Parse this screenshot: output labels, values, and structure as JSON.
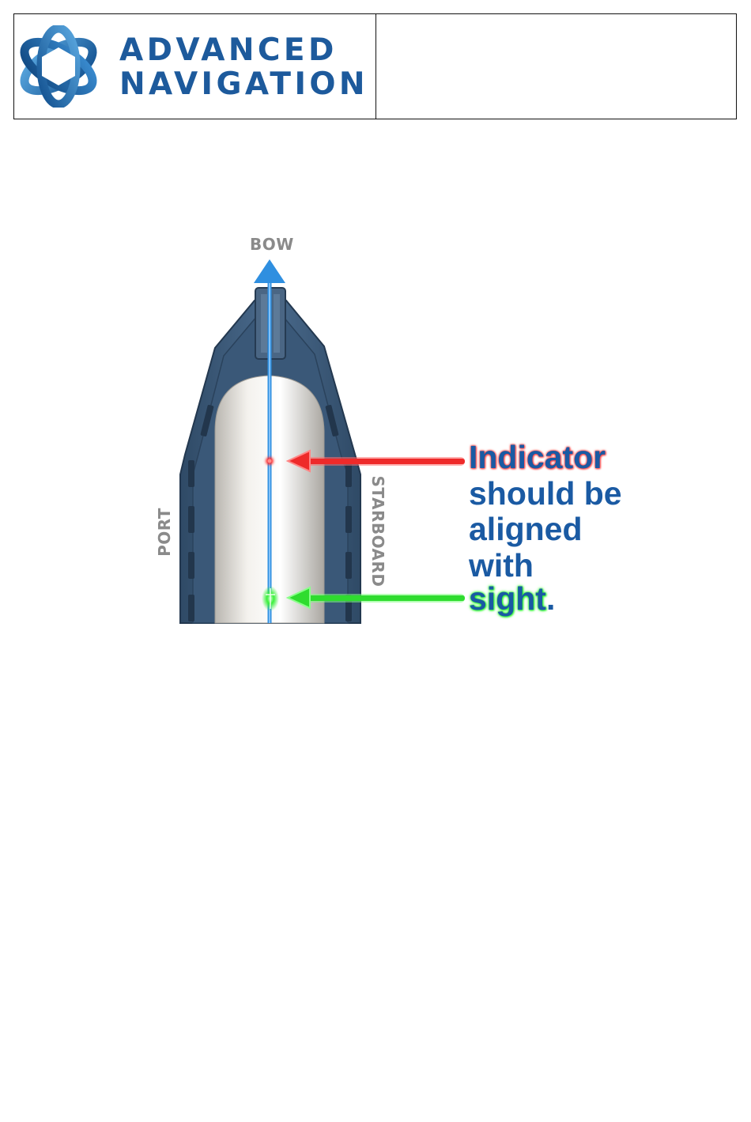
{
  "header": {
    "brand_line1": "ADVANCED",
    "brand_line2": "NAVIGATION",
    "logo_icon": "advanced-navigation-logo-icon",
    "right_cell": ""
  },
  "figure": {
    "bow_label": "BOW",
    "port_label": "PORT",
    "starboard_label": "STARBOARD",
    "callout": {
      "line1": "Indicator",
      "line2": "should be",
      "line3": "aligned",
      "line4": "with",
      "line5_word": "sight",
      "line5_punct": "."
    },
    "colors": {
      "hull": "#3f5e7e",
      "cover": "#e8e6e2",
      "axis_arrow": "#2f8fe0",
      "indicator_arrow": "#e53030",
      "sight_arrow": "#2fdc2f",
      "callout_text": "#1a5aa3"
    }
  }
}
